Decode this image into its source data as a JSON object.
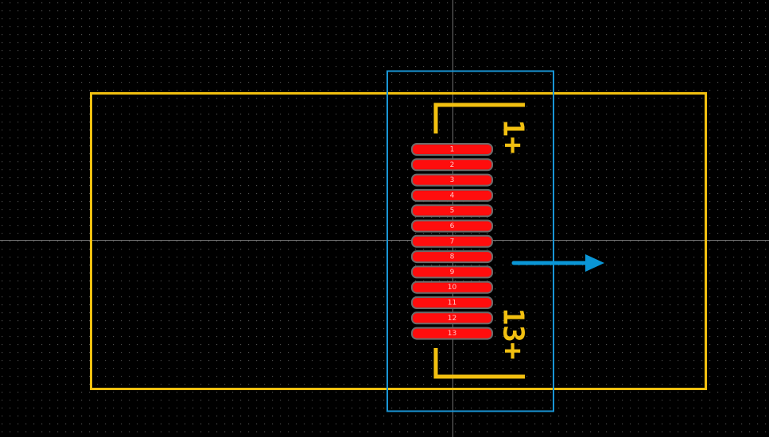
{
  "colors": {
    "background": "#000000",
    "grid_dot": "#4a4a4a",
    "crosshair": "#6e6e6e",
    "outline": "#f2c010",
    "courtyard": "#1996d6",
    "pad_fill": "#ff0d0d",
    "pad_edge": "#6b6b6b",
    "pad_text": "#ffffff",
    "silkscreen": "#f2c010",
    "arrow": "#0a96d6"
  },
  "icons": {
    "direction_arrow": "right-arrow-icon"
  },
  "pads": [
    {
      "number": "1"
    },
    {
      "number": "2"
    },
    {
      "number": "3"
    },
    {
      "number": "4"
    },
    {
      "number": "5"
    },
    {
      "number": "6"
    },
    {
      "number": "7"
    },
    {
      "number": "8"
    },
    {
      "number": "9"
    },
    {
      "number": "10"
    },
    {
      "number": "11"
    },
    {
      "number": "12"
    },
    {
      "number": "13"
    }
  ],
  "silkscreen_labels": {
    "first": "1+",
    "last": "13+"
  }
}
